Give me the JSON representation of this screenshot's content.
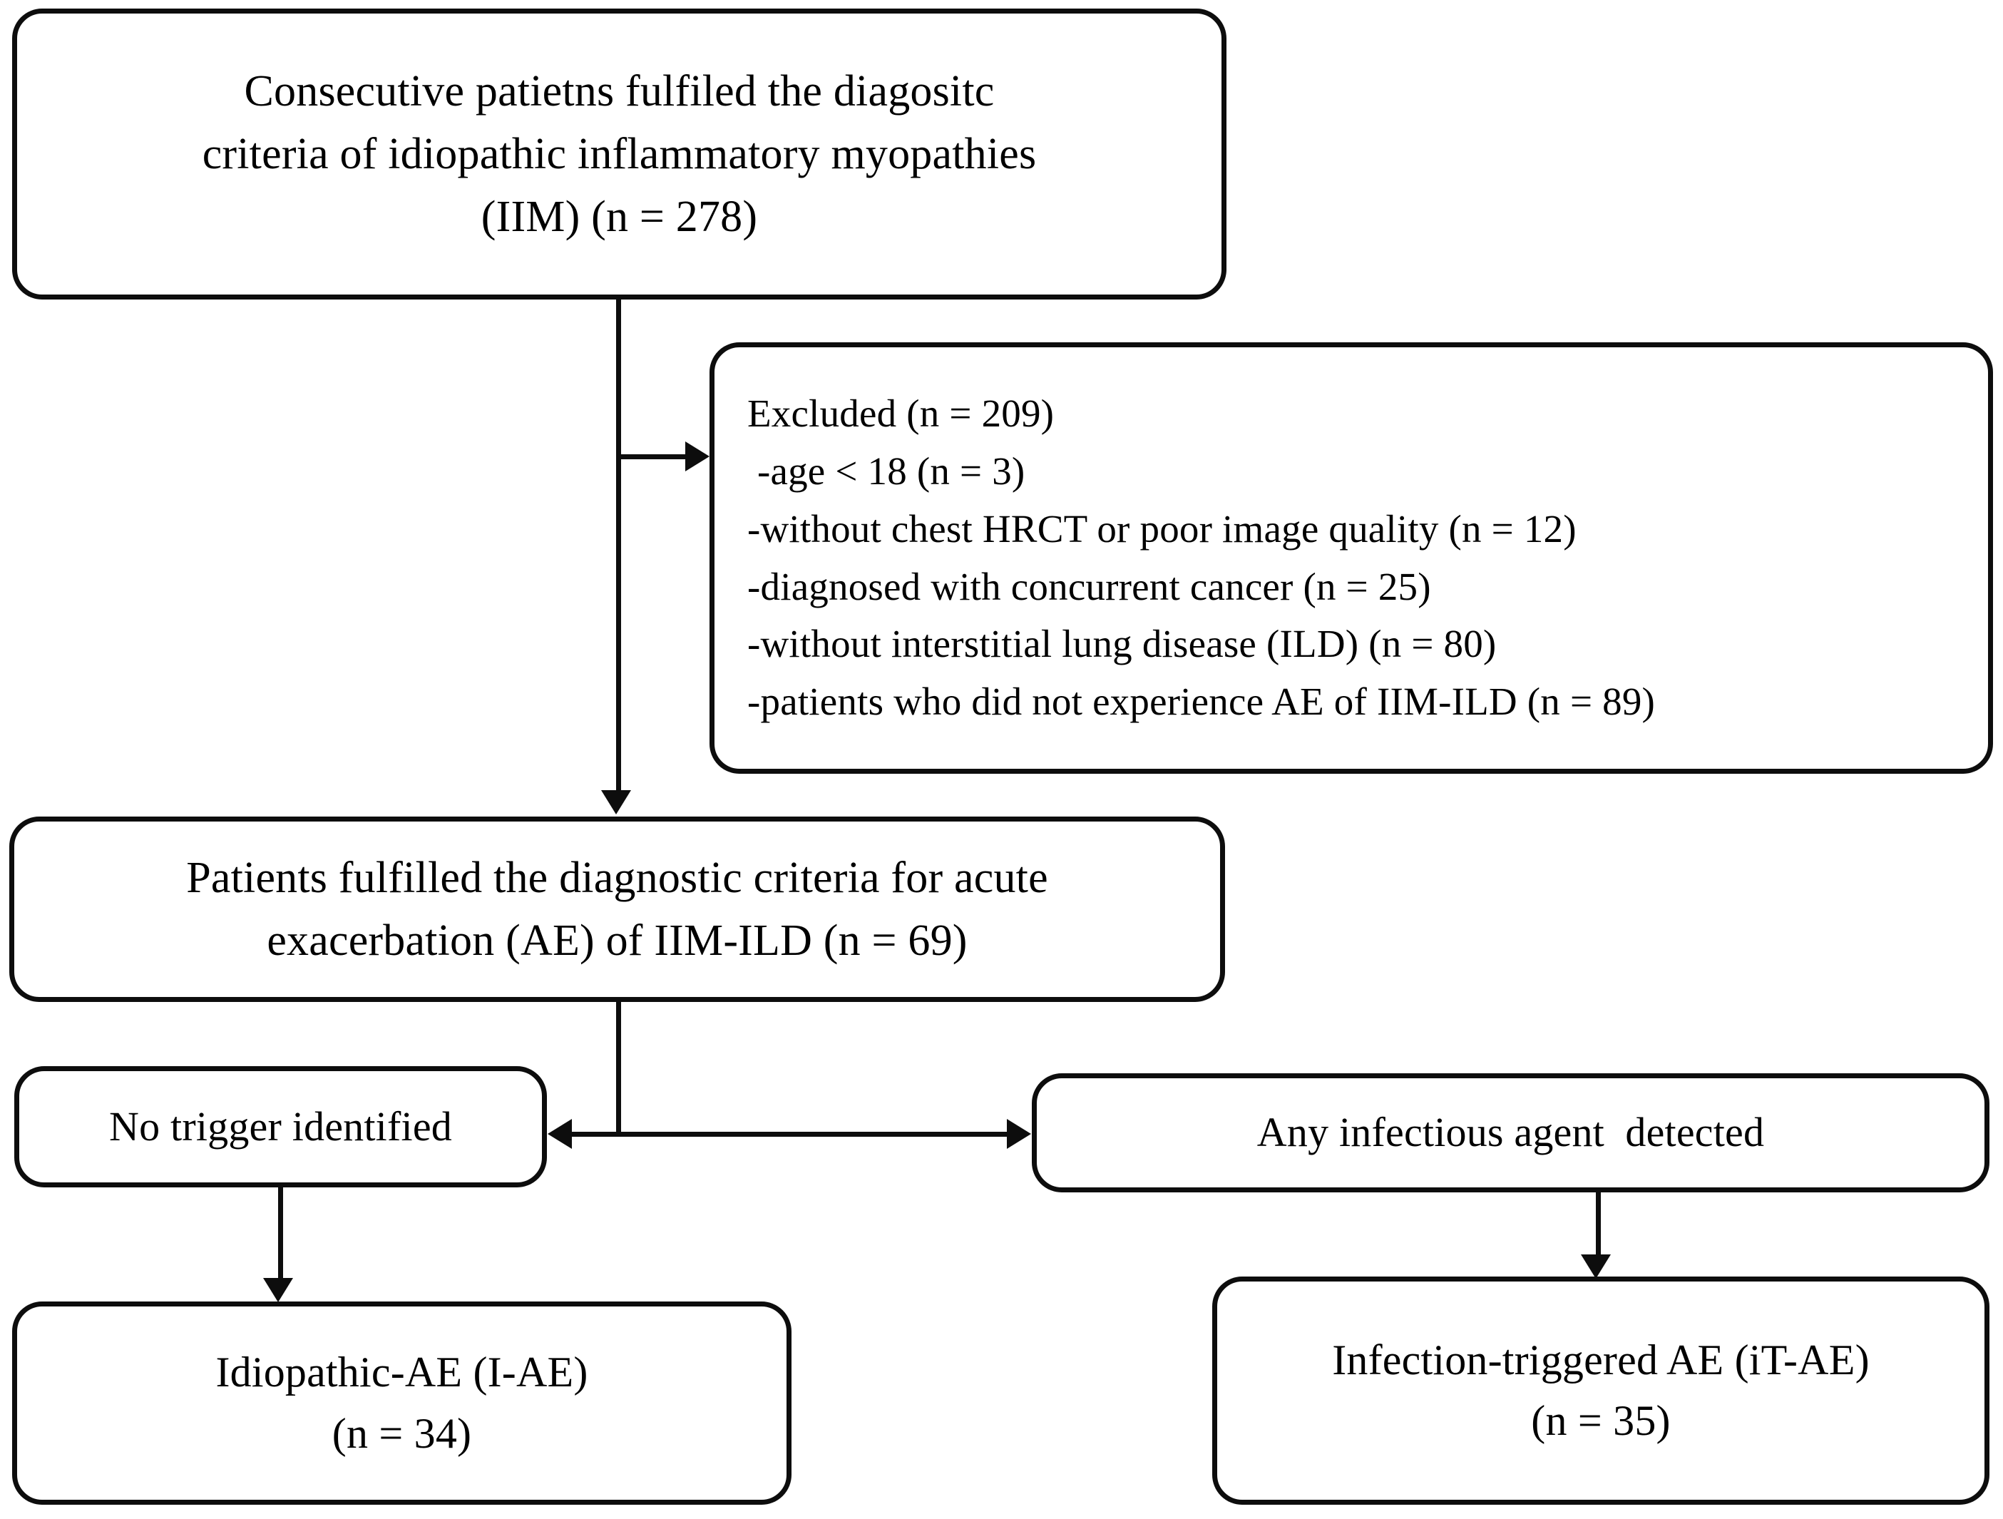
{
  "figure": {
    "type": "flowchart",
    "title": "Patient selection flow diagram",
    "orientation": "top-to-bottom"
  },
  "nodes": {
    "enrolled": {
      "name": "enrolled-patients",
      "lines": [
        "Consecutive patietns fulfiled the diagositc",
        "criteria of idiopathic inflammatory myopathies",
        "(IIM) (n = 278)"
      ]
    },
    "excluded": {
      "name": "excluded-patients",
      "lines": [
        "Excluded (n = 209)",
        " -age < 18 (n = 3)",
        "-without chest HRCT or poor image quality (n = 12)",
        "-diagnosed with concurrent cancer (n = 25)",
        "-without interstitial lung disease (ILD) (n = 80)",
        "-patients who did not experience AE of IIM-ILD (n = 89)"
      ]
    },
    "ae_criteria": {
      "name": "ae-criteria-patients",
      "lines": [
        "Patients fulfilled the diagnostic criteria for acute",
        "exacerbation (AE) of IIM-ILD (n = 69)"
      ]
    },
    "no_trigger": {
      "name": "no-trigger-identified",
      "lines": [
        "No trigger identified"
      ]
    },
    "infectious_agent": {
      "name": "any-infectious-agent-detected",
      "lines": [
        "Any infectious agent  detected"
      ]
    },
    "idiopathic_ae": {
      "name": "idiopathic-ae-group",
      "lines": [
        "Idiopathic-AE (I-AE)",
        "(n = 34)"
      ]
    },
    "infection_triggered_ae": {
      "name": "infection-triggered-ae-group",
      "lines": [
        "Infection-triggered AE (iT-AE)",
        "(n = 35)"
      ]
    }
  },
  "counts": {
    "total_iim": 278,
    "total_excluded": 209,
    "excluded_age_under_18": 3,
    "excluded_no_hrct_or_poor_quality": 12,
    "excluded_concurrent_cancer": 25,
    "excluded_no_ild": 80,
    "excluded_no_ae": 89,
    "ae_cohort": 69,
    "idiopathic_ae": 34,
    "infection_triggered_ae": 35
  },
  "colors": {
    "stroke": "#0d0d0d",
    "fill": "#ffffff",
    "text": "#000000"
  }
}
